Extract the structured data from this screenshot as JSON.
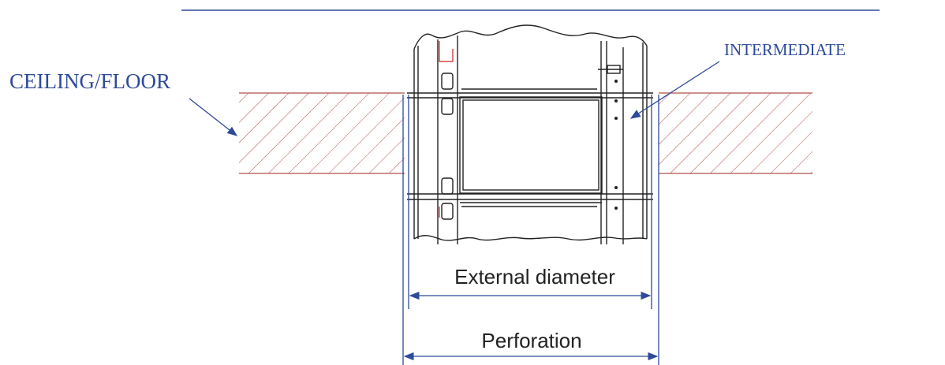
{
  "labels": {
    "ceiling_floor": "CEILING/FLOOR",
    "intermediate": "INTERMEDIATE",
    "external_diameter": "External diameter",
    "perforation": "Perforation"
  },
  "colors": {
    "annotation": "#2e4a9a",
    "hatch": "#b0504a",
    "drawing": "#222222",
    "accent_red": "#d02020"
  }
}
